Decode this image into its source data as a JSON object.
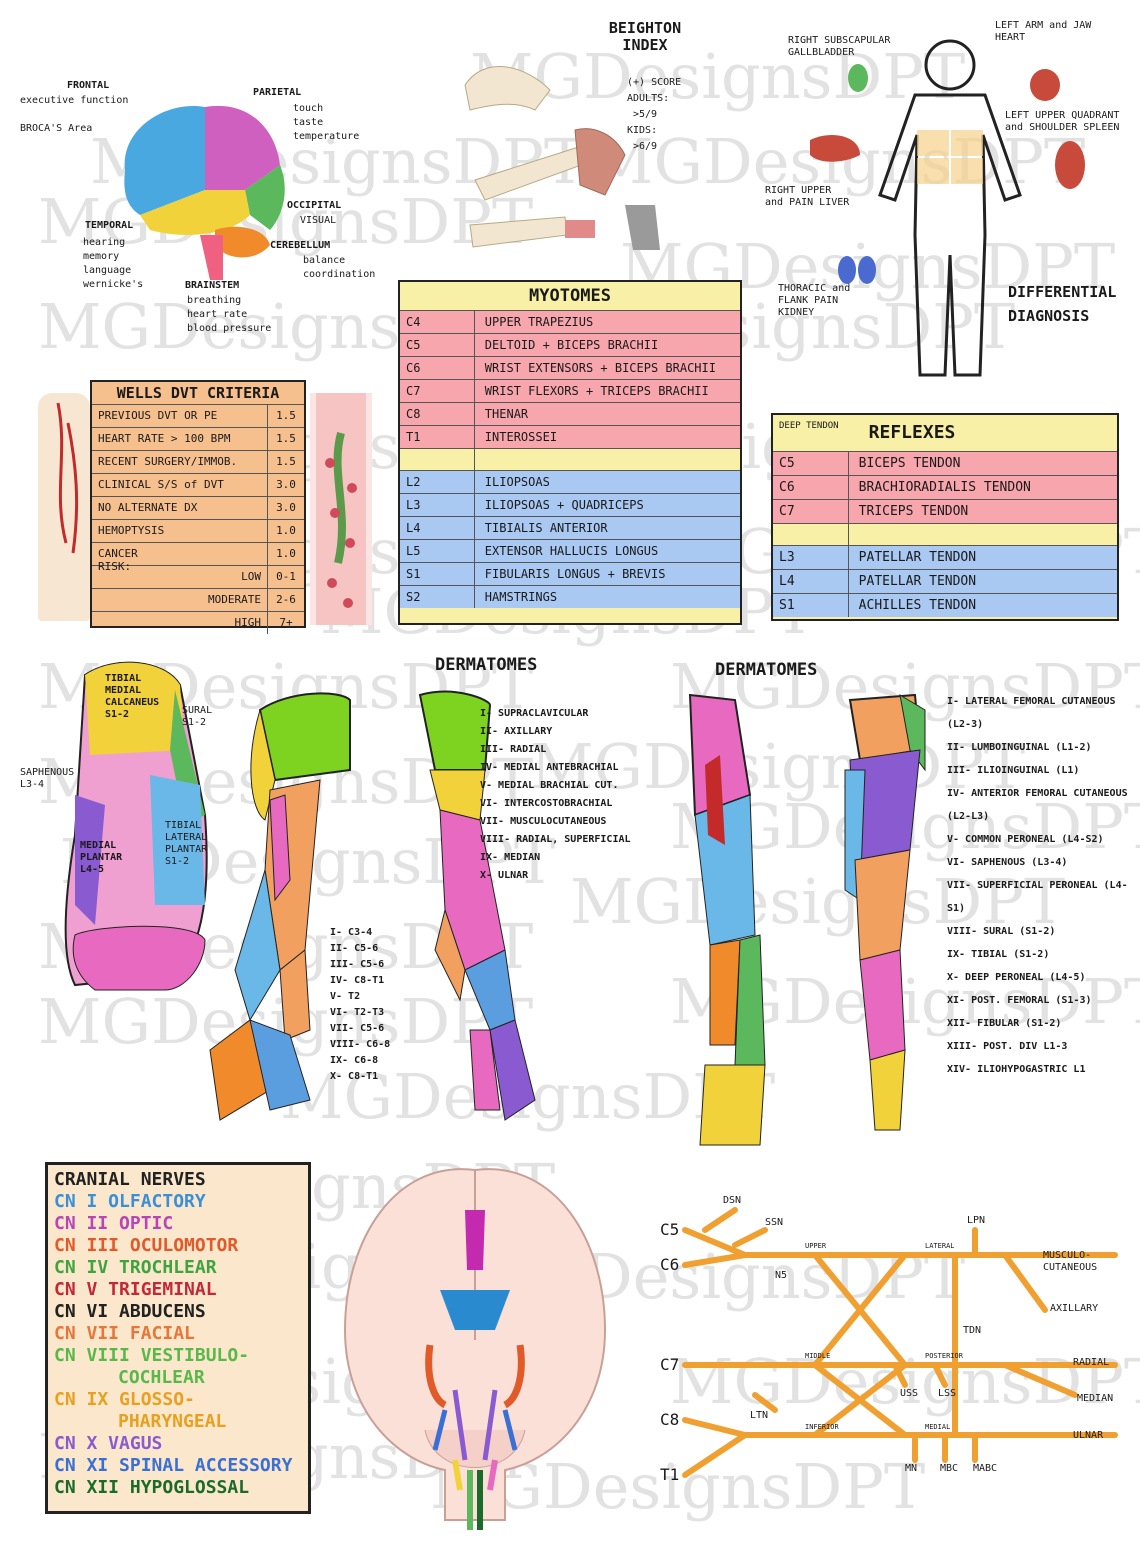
{
  "brain": {
    "frontal": "FRONTAL",
    "frontal_notes": [
      "executive function",
      "BROCA'S Area"
    ],
    "parietal": "PARIETAL",
    "parietal_notes": [
      "touch",
      "taste",
      "temperature"
    ],
    "occipital": "OCCIPITAL",
    "occipital_note": "VISUAL",
    "temporal": "TEMPORAL",
    "temporal_notes": [
      "hearing",
      "memory",
      "language",
      "wernicke's"
    ],
    "brainstem": "BRAINSTEM",
    "brainstem_notes": [
      "breathing",
      "heart rate",
      "blood pressure"
    ],
    "cerebellum": "CEREBELLUM",
    "cerebellum_notes": [
      "balance",
      "coordination"
    ]
  },
  "beighton": {
    "title": "BEIGHTON INDEX",
    "lines": [
      "(+) SCORE",
      "ADULTS:",
      ">5/9",
      "KIDS:",
      ">6/9"
    ]
  },
  "differential": {
    "title": "DIFFERENTIAL DIAGNOSIS",
    "labels": [
      "RIGHT SUBSCAPULAR GALLBLADDER",
      "LEFT ARM and JAW HEART",
      "LEFT UPPER QUADRANT and SHOULDER SPLEEN",
      "RIGHT UPPER and PAIN LIVER",
      "THORACIC and FLANK PAIN KIDNEY"
    ]
  },
  "myotomes": {
    "title": "MYOTOMES",
    "upper": [
      {
        "level": "C4",
        "muscle": "UPPER TRAPEZIUS"
      },
      {
        "level": "C5",
        "muscle": "DELTOID + BICEPS BRACHII"
      },
      {
        "level": "C6",
        "muscle": "WRIST EXTENSORS + BICEPS BRACHII"
      },
      {
        "level": "C7",
        "muscle": "WRIST FLEXORS + TRICEPS BRACHII"
      },
      {
        "level": "C8",
        "muscle": "THENAR"
      },
      {
        "level": "T1",
        "muscle": "INTEROSSEI"
      }
    ],
    "lower": [
      {
        "level": "L2",
        "muscle": "ILIOPSOAS"
      },
      {
        "level": "L3",
        "muscle": "ILIOPSOAS + QUADRICEPS"
      },
      {
        "level": "L4",
        "muscle": "TIBIALIS ANTERIOR"
      },
      {
        "level": "L5",
        "muscle": "EXTENSOR HALLUCIS LONGUS"
      },
      {
        "level": "S1",
        "muscle": "FIBULARIS LONGUS + BREVIS"
      },
      {
        "level": "S2",
        "muscle": "HAMSTRINGS"
      }
    ]
  },
  "wells": {
    "title": "WELLS DVT CRITERIA",
    "rows": [
      {
        "label": "PREVIOUS DVT OR PE",
        "score": "1.5"
      },
      {
        "label": "HEART RATE > 100 BPM",
        "score": "1.5"
      },
      {
        "label": "RECENT SURGERY/IMMOB.",
        "score": "1.5"
      },
      {
        "label": "CLINICAL S/S of DVT",
        "score": "3.0"
      },
      {
        "label": "NO ALTERNATE DX",
        "score": "3.0"
      },
      {
        "label": "HEMOPTYSIS",
        "score": "1.0"
      },
      {
        "label": "CANCER",
        "score": "1.0"
      }
    ],
    "risk_label": "RISK:",
    "risk": [
      {
        "label": "LOW",
        "score": "0-1"
      },
      {
        "label": "MODERATE",
        "score": "2-6"
      },
      {
        "label": "HIGH",
        "score": "7+"
      }
    ]
  },
  "reflexes": {
    "title_small": "DEEP TENDON",
    "title": "REFLEXES",
    "upper": [
      {
        "level": "C5",
        "tendon": "BICEPS TENDON"
      },
      {
        "level": "C6",
        "tendon": "BRACHIORADIALIS TENDON"
      },
      {
        "level": "C7",
        "tendon": "TRICEPS TENDON"
      }
    ],
    "lower": [
      {
        "level": "L3",
        "tendon": "PATELLAR TENDON"
      },
      {
        "level": "L4",
        "tendon": "PATELLAR TENDON"
      },
      {
        "level": "S1",
        "tendon": "ACHILLES TENDON"
      }
    ]
  },
  "foot": {
    "labels": [
      "TIBIAL MEDIAL CALCANEUS S1-2",
      "SAPHENOUS L3-4",
      "SURAL S1-2",
      "MEDIAL PLANTAR L4-5",
      "TIBIAL LATERAL PLANTAR S1-2"
    ]
  },
  "dermatomes_arm": {
    "title": "DERMATOMES",
    "nerves": [
      "I- SUPRACLAVICULAR",
      "II- AXILLARY",
      "III- RADIAL",
      "IV- MEDIAL ANTEBRACHIAL",
      "V- MEDIAL BRACHIAL CUT.",
      "VI- INTERCOSTOBRACHIAL",
      "VII- MUSCULOCUTANEOUS",
      "VIII- RADIAL, SUPERFICIAL",
      "IX- MEDIAN",
      "X- ULNAR"
    ],
    "levels": [
      "I- C3-4",
      "II- C5-6",
      "III- C5-6",
      "IV- C8-T1",
      "V- T2",
      "VI- T2-T3",
      "VII- C5-6",
      "VIII- C6-8",
      "IX- C6-8",
      "X- C8-T1"
    ]
  },
  "dermatomes_leg": {
    "title": "DERMATOMES",
    "nerves": [
      "I- LATERAL FEMORAL CUTANEOUS (L2-3)",
      "II- LUMBOINGUINAL (L1-2)",
      "III- ILIOINGUINAL (L1)",
      "IV- ANTERIOR FEMORAL CUTANEOUS (L2-L3)",
      "V- COMMON PERONEAL (L4-S2)",
      "VI- SAPHENOUS (L3-4)",
      "VII- SUPERFICIAL PERONEAL (L4-S1)",
      "VIII- SURAL (S1-2)",
      "IX- TIBIAL (S1-2)",
      "X- DEEP PERONEAL (L4-5)",
      "XI- POST. FEMORAL (S1-3)",
      "XII- FIBULAR (S1-2)",
      "XIII- POST. DIV L1-3",
      "XIV- ILIOHYPOGASTRIC L1"
    ]
  },
  "cranial": {
    "title": "CRANIAL NERVES",
    "items": [
      {
        "text": "CN I OLFACTORY",
        "color": "#3a8fd6"
      },
      {
        "text": "CN II OPTIC",
        "color": "#b845b8"
      },
      {
        "text": "CN III OCULOMOTOR",
        "color": "#e05a2a"
      },
      {
        "text": "CN IV TROCHLEAR",
        "color": "#3fa43f"
      },
      {
        "text": "CN V TRIGEMINAL",
        "color": "#c2273a"
      },
      {
        "text": "CN VI ABDUCENS",
        "color": "#222222"
      },
      {
        "text": "CN VII FACIAL",
        "color": "#e8763a"
      },
      {
        "text": "CN VIII VESTIBULO-",
        "color": "#5ab84a"
      },
      {
        "text": "COCHLEAR",
        "color": "#5ab84a"
      },
      {
        "text": "CN IX GLOSSO-",
        "color": "#e8a020"
      },
      {
        "text": "PHARYNGEAL",
        "color": "#e8a020"
      },
      {
        "text": "CN X VAGUS",
        "color": "#8a5ad0"
      },
      {
        "text": "CN XI SPINAL ACCESSORY",
        "color": "#3a6fd6"
      },
      {
        "text": "CN XII HYPOGLOSSAL",
        "color": "#1a6a2a"
      }
    ]
  },
  "brachial": {
    "roots": [
      "C5",
      "C6",
      "C7",
      "C8",
      "T1"
    ],
    "branches": [
      "DSN",
      "SSN",
      "LPN",
      "N5",
      "TDN",
      "USS",
      "LSS",
      "LTN",
      "MN",
      "MBC",
      "MABC"
    ],
    "trunks": [
      "UPPER",
      "MIDDLE",
      "INFERIOR"
    ],
    "cords": [
      "LATERAL",
      "POSTERIOR",
      "MEDIAL"
    ],
    "terminals": [
      "MUSCULO-CUTANEOUS",
      "AXILLARY",
      "RADIAL",
      "MEDIAN",
      "ULNAR"
    ]
  },
  "watermark": "MGDesignsDPT"
}
